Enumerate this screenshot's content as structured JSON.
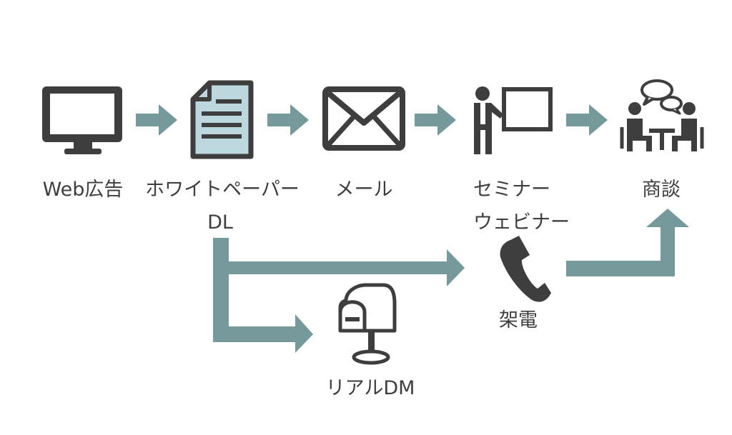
{
  "colors": {
    "icon": "#3e3e3e",
    "arrow": "#76999b",
    "document_fill": "#bcd7dd"
  },
  "nodes": {
    "web_ad": {
      "label": "Web広告",
      "icon": "monitor-icon"
    },
    "whitepaper": {
      "label": "ホワイトペーパー",
      "label2": "DL",
      "icon": "document-icon"
    },
    "email": {
      "label": "メール",
      "icon": "envelope-icon"
    },
    "seminar": {
      "label": "セミナー",
      "label2": "ウェビナー",
      "icon": "presenter-icon"
    },
    "meeting": {
      "label": "商談",
      "icon": "meeting-icon"
    },
    "call": {
      "label": "架電",
      "icon": "phone-icon"
    },
    "direct_mail": {
      "label": "リアルDM",
      "icon": "mailbox-icon"
    }
  }
}
